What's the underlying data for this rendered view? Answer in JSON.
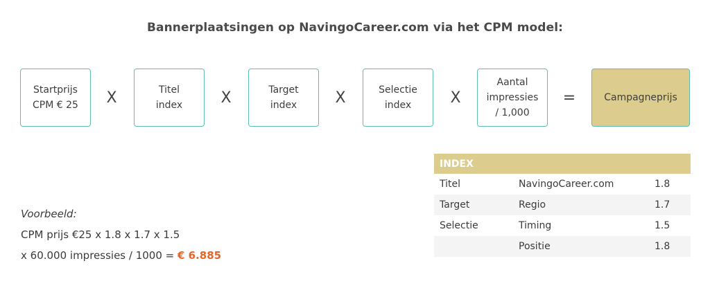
{
  "title": "Bannerplaatsingen op NavingoCareer.com via het CPM model:",
  "formula": {
    "boxes": [
      {
        "text": "Startprijs\nCPM € 25"
      },
      {
        "text": "Titel\nindex"
      },
      {
        "text": "Target\nindex"
      },
      {
        "text": "Selectie\nindex"
      },
      {
        "text": "Aantal\nimpressies\n/ 1,000"
      }
    ],
    "multiply_symbol": "X",
    "equals_symbol": "=",
    "result": "Campagneprijs"
  },
  "example": {
    "heading": "Voorbeeld:",
    "line1": "CPM prijs €25 x 1.8 x 1.7 x 1.5",
    "line2_prefix": "x 60.000 impressies / 1000 = ",
    "total": "€ 6.885"
  },
  "index_table": {
    "header": "INDEX",
    "rows": [
      {
        "category": "Titel",
        "item": "NavingoCareer.com",
        "value": "1.8"
      },
      {
        "category": "Target",
        "item": "Regio",
        "value": "1.7"
      },
      {
        "category": "Selectie",
        "item": "Timing",
        "value": "1.5"
      },
      {
        "category": "",
        "item": "Positie",
        "value": "1.8"
      }
    ]
  },
  "colors": {
    "box_border": "#5cbfae",
    "gold": "#dccd8f",
    "highlight": "#e8652a"
  }
}
